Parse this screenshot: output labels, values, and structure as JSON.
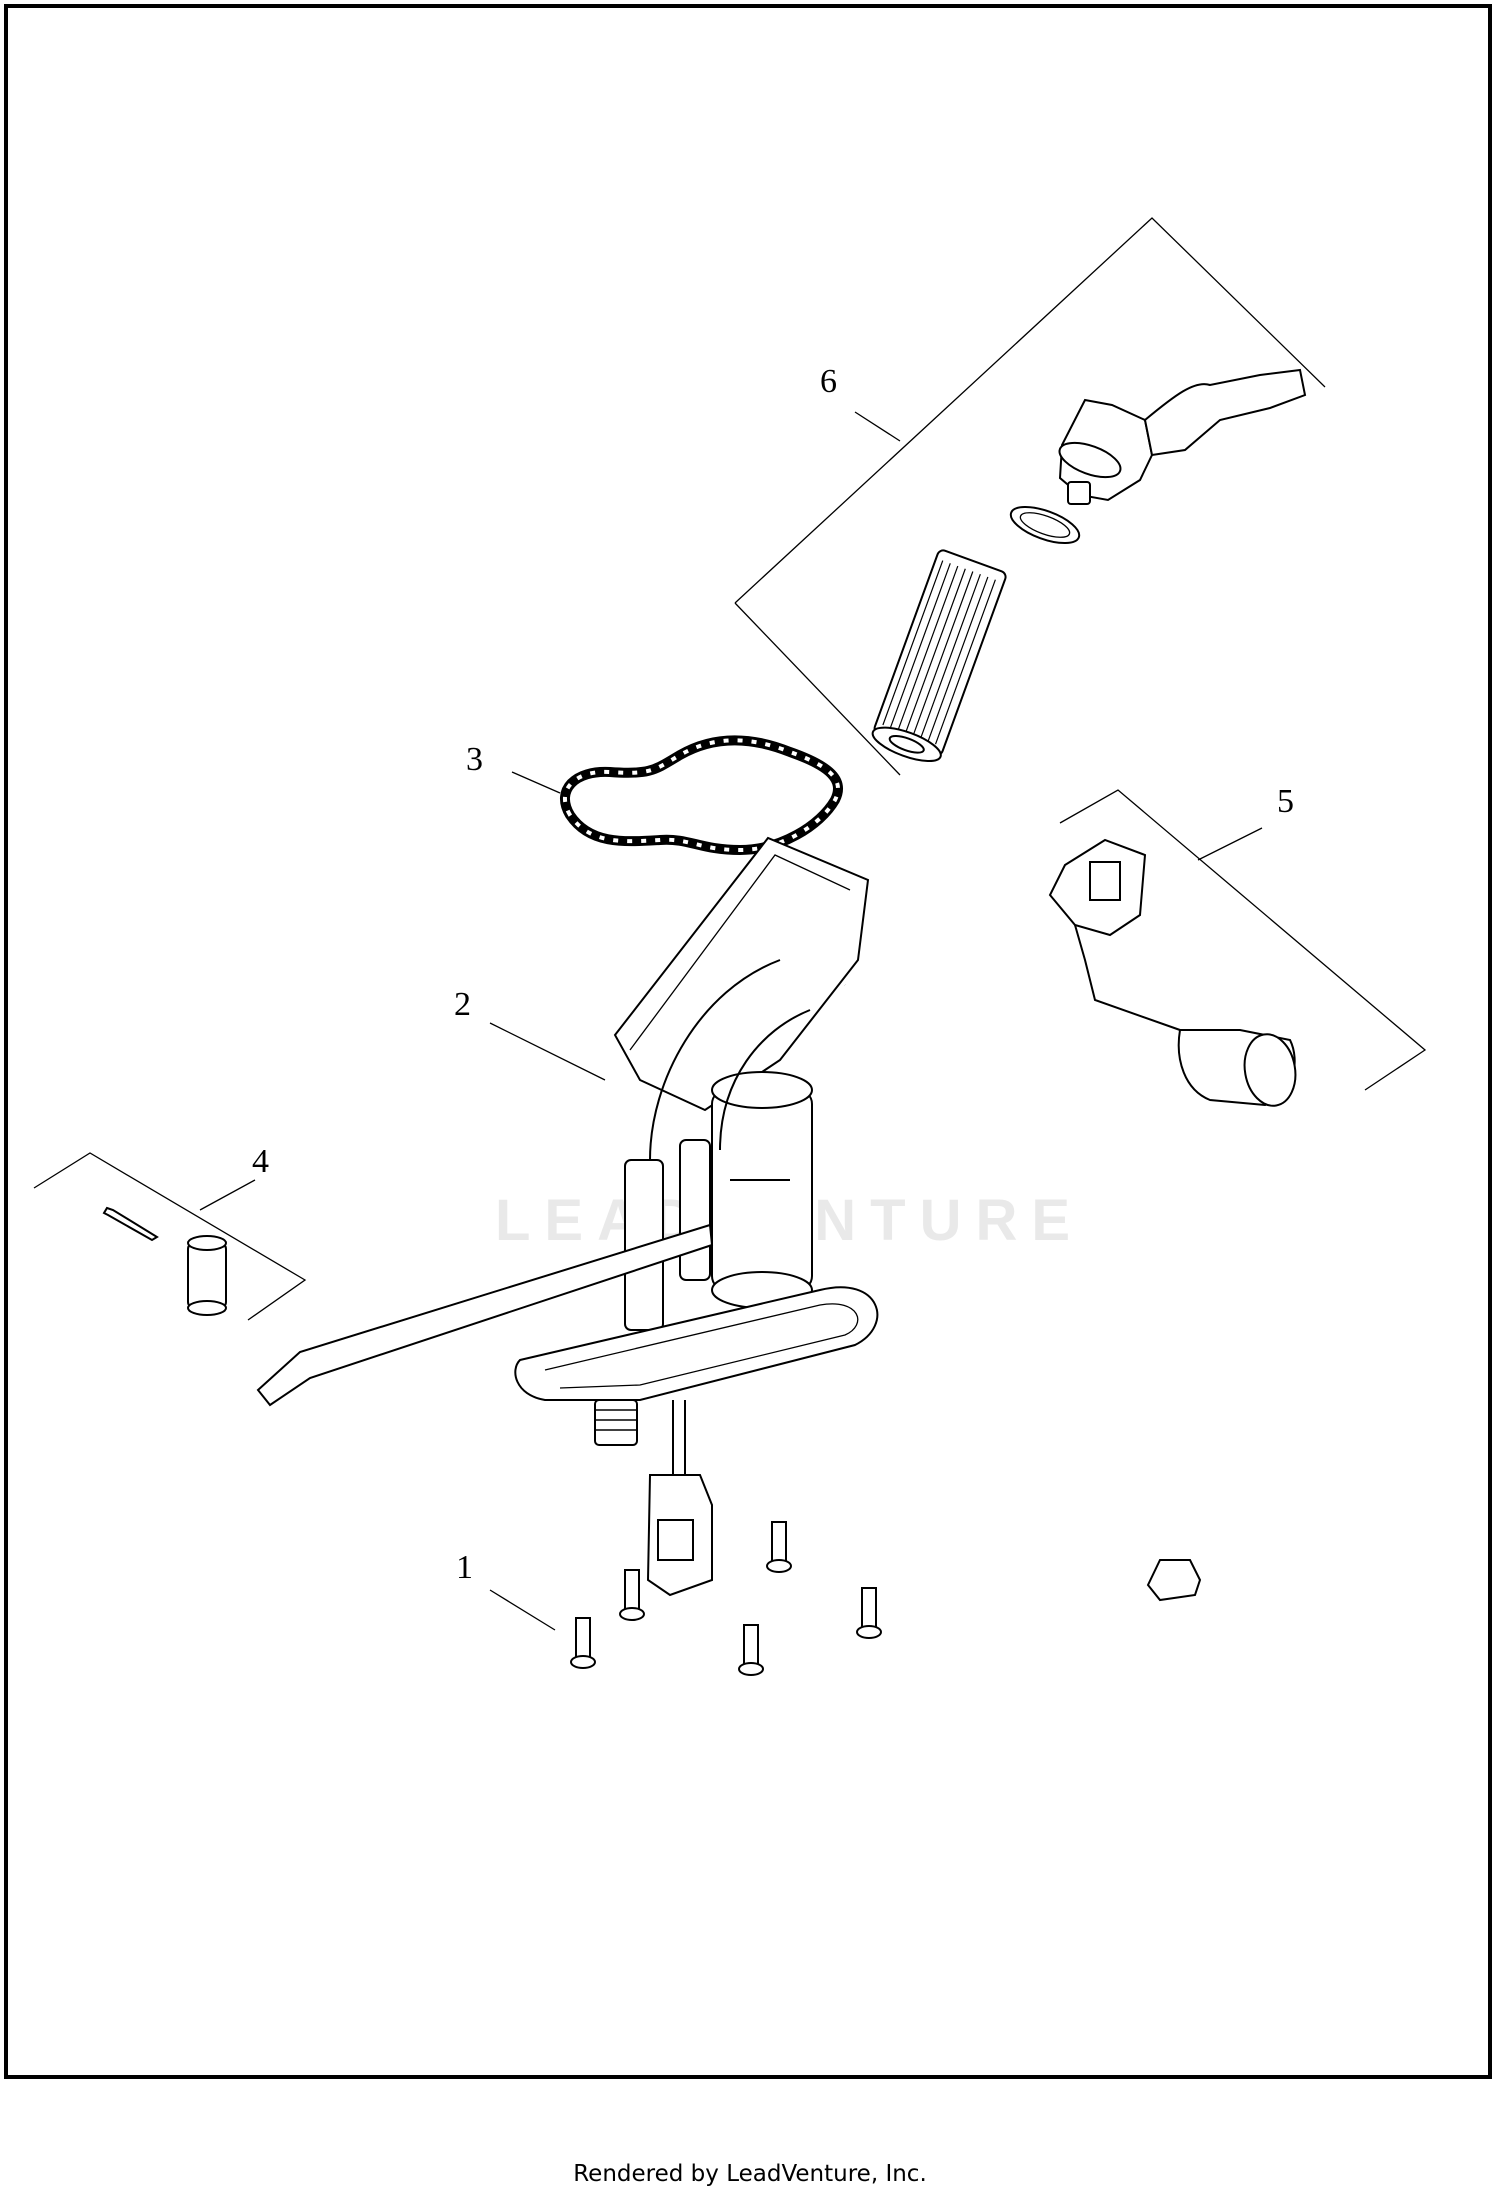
{
  "diagram": {
    "callouts": [
      "1",
      "2",
      "3",
      "4",
      "5",
      "6"
    ],
    "watermark": "LEADVENTURE"
  },
  "footer": {
    "credit": "Rendered by LeadVenture, Inc."
  }
}
